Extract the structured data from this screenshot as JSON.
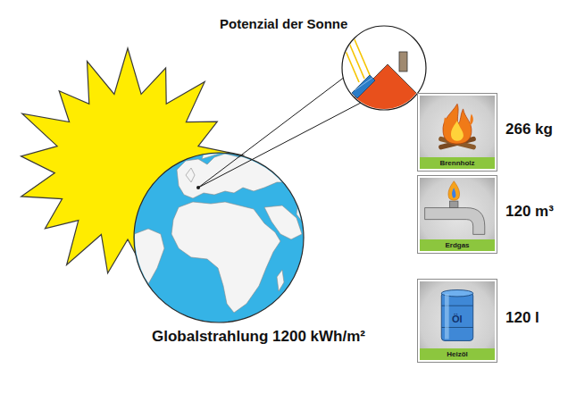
{
  "diagram": {
    "title": "Potenzial der Sonne",
    "nodes": [
      {
        "text": [
          "Brennholz",
          "266 kg"
        ]
      },
      {
        "text": [
          "Erdgas",
          "120 m³"
        ]
      },
      {
        "text": [
          "Öl",
          "Heizöl",
          "120 l"
        ]
      }
    ],
    "edges": [],
    "labels": [
      "Globalstrahlung 1200 kWh/m²"
    ]
  }
}
